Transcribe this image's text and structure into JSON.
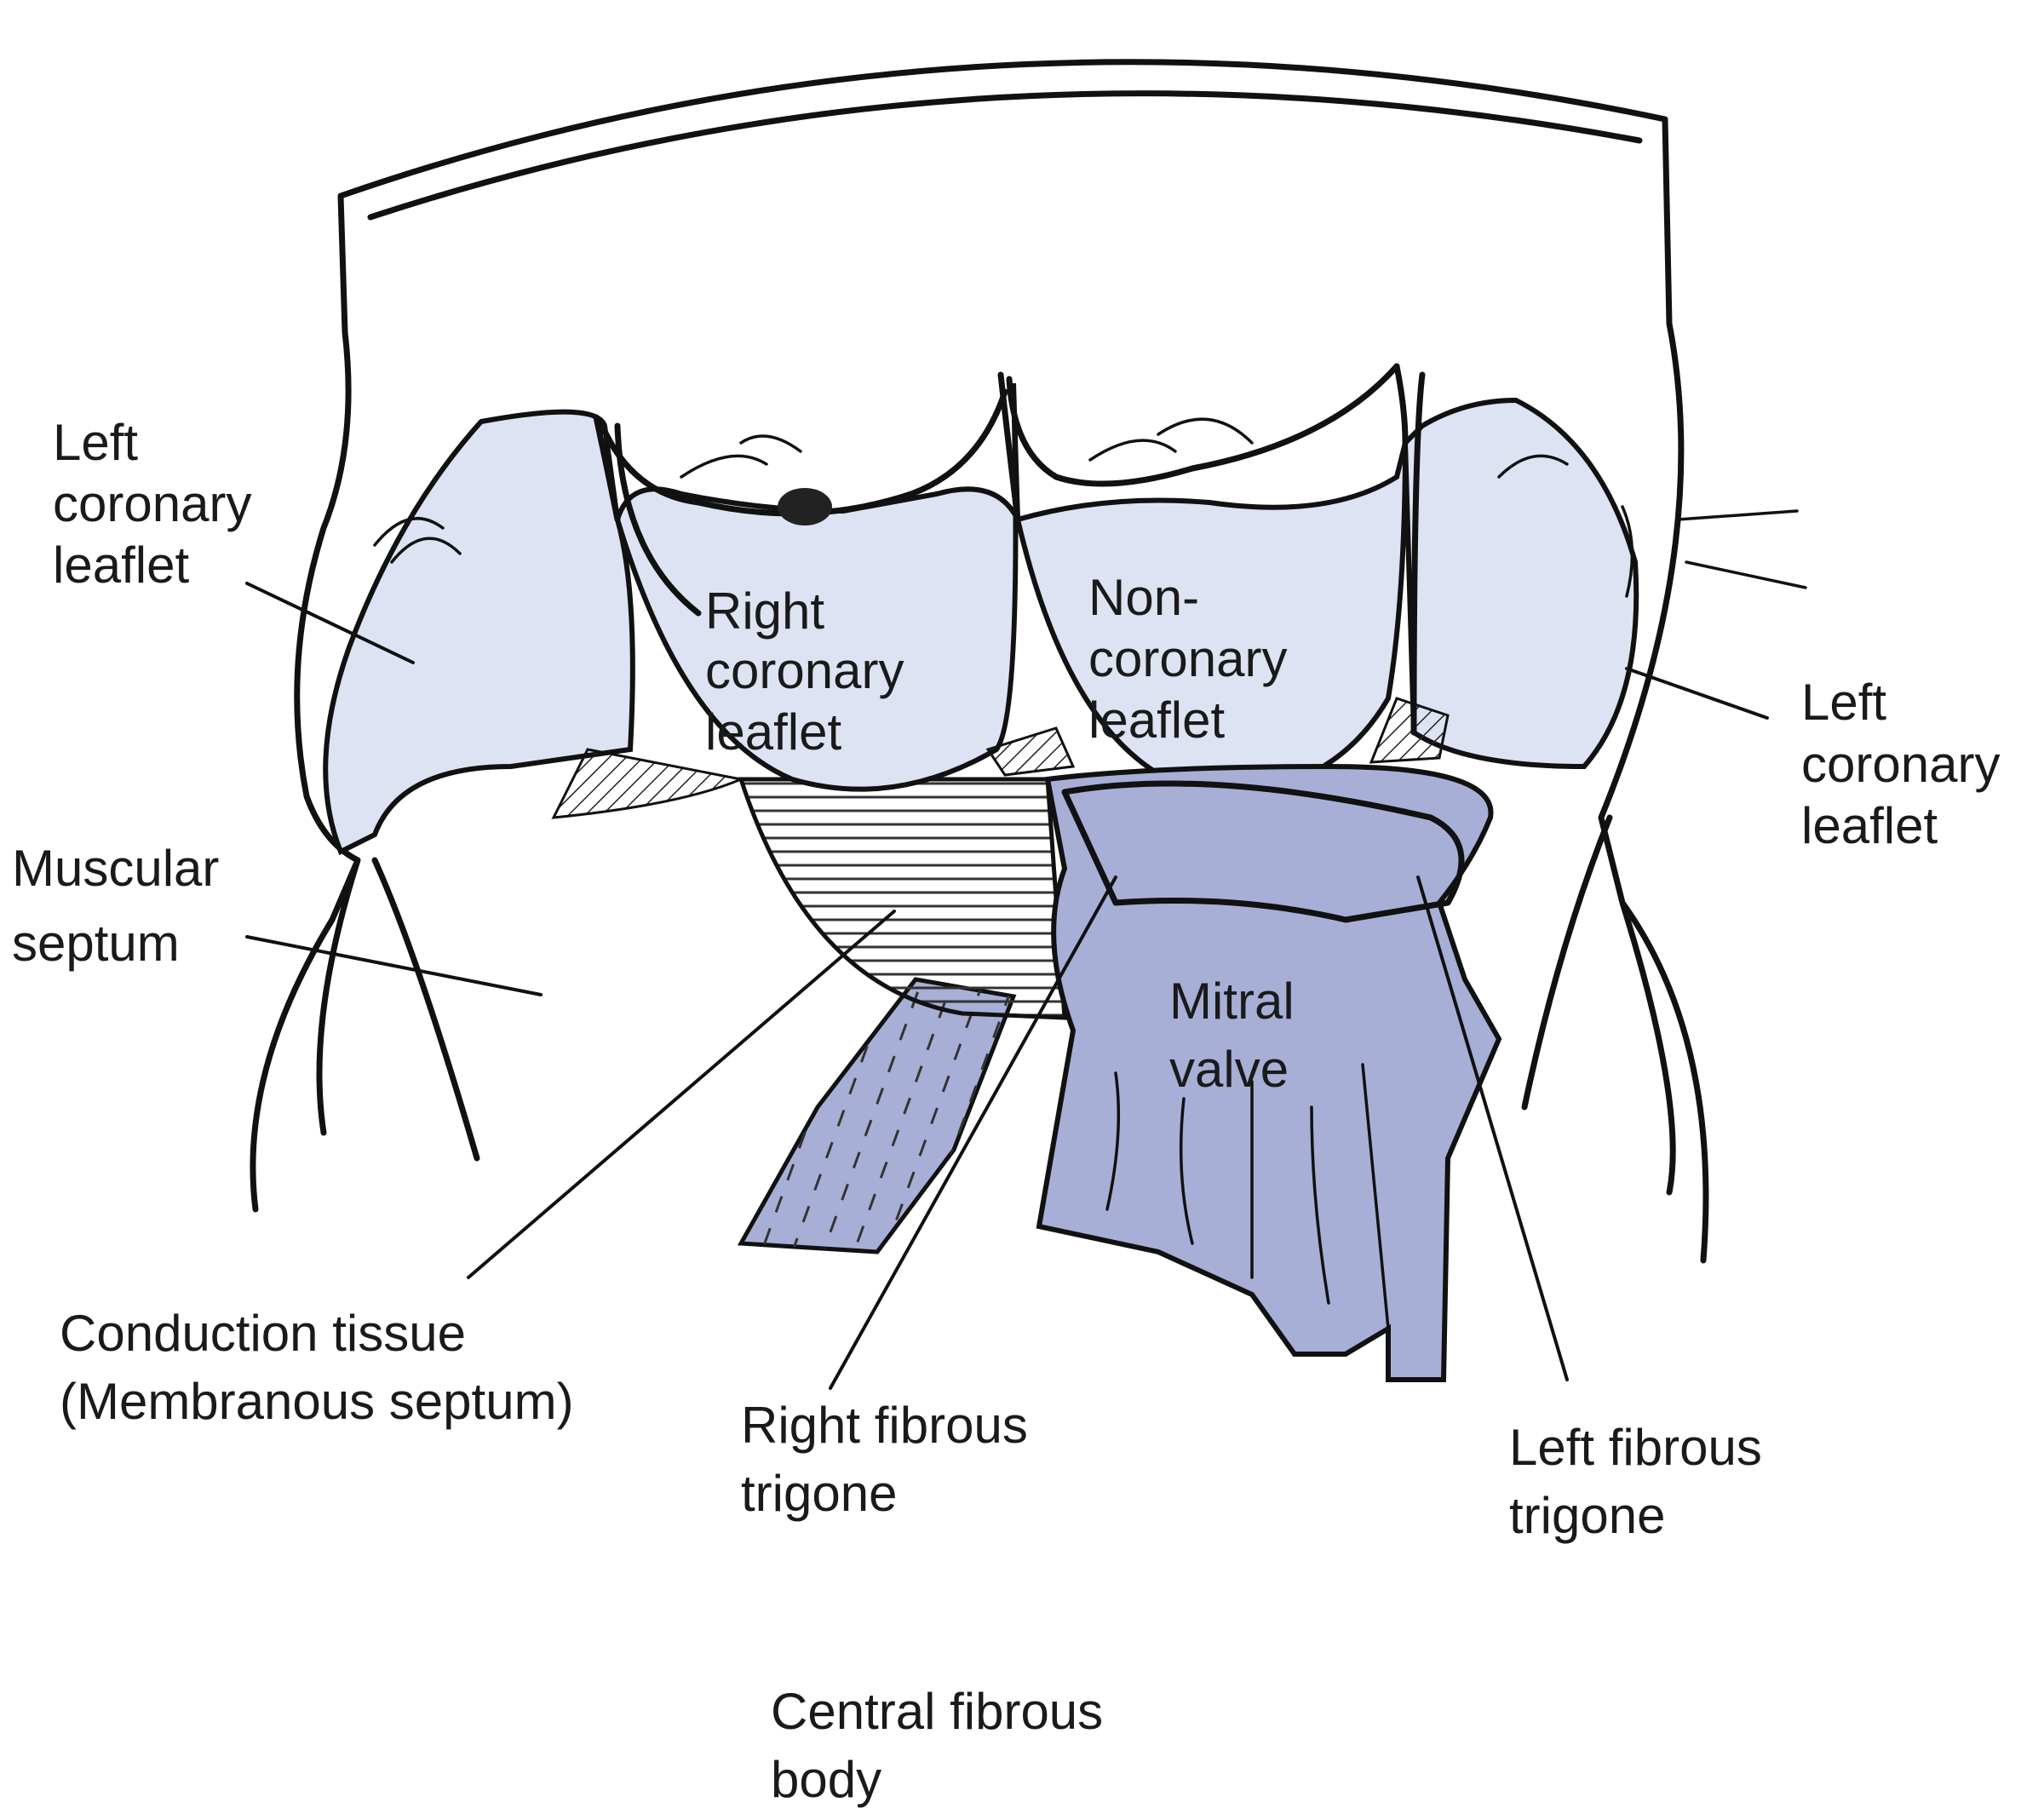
{
  "colors": {
    "leaflet_fill": "#dde3f2",
    "mitral_fill": "#a7afd6",
    "ink": "#111111",
    "background": "#ffffff"
  },
  "labels": {
    "left_coronary_leaflet_left": [
      "Left",
      "coronary",
      "leaflet"
    ],
    "left_coronary_leaflet_right": [
      "Left",
      "coronary",
      "leaflet"
    ],
    "right_coronary_leaflet": [
      "Right",
      "coronary",
      "leaflet"
    ],
    "non_coronary_leaflet": [
      "Non-",
      "coronary",
      "leaflet"
    ],
    "muscular_septum": [
      "Muscular",
      "septum"
    ],
    "mitral_valve": [
      "Mitral",
      "valve"
    ],
    "conduction_tissue": [
      "Conduction tissue",
      "(Membranous septum)"
    ],
    "right_fibrous_trigone": [
      "Right fibrous",
      "trigone"
    ],
    "left_fibrous_trigone": [
      "Left fibrous",
      "trigone"
    ],
    "central_fibrous_body": [
      "Central fibrous",
      "body"
    ]
  }
}
